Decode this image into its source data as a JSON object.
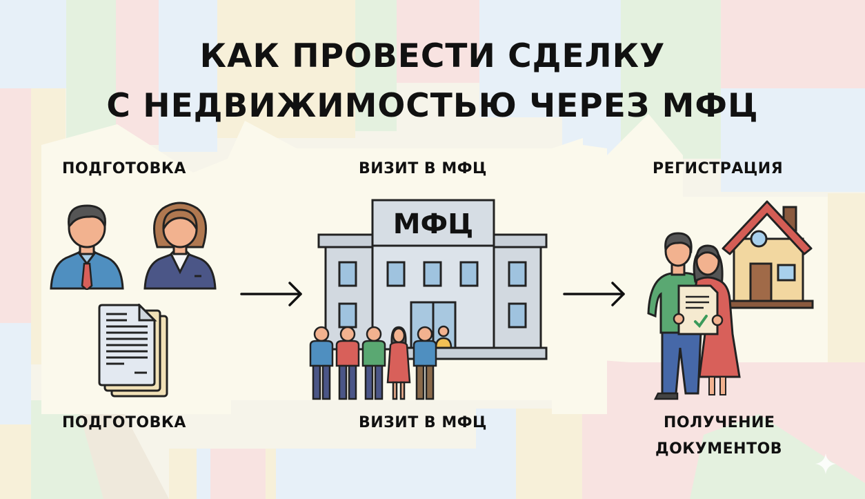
{
  "title": {
    "line1": "КАК ПРОВЕСТИ СДЕЛКУ",
    "line2": "С НЕДВИЖИМОСТЬЮ ЧЕРЕЗ МФЦ"
  },
  "steps": [
    {
      "top_label": "ПОДГОТОВКА",
      "bottom_label": "ПОДГОТОВКА",
      "icons": [
        "man-in-tie-icon",
        "woman-in-suit-icon",
        "document-stack-icon"
      ]
    },
    {
      "top_label": "ВИЗИТ В МФЦ",
      "bottom_label": "ВИЗИТ В МФЦ",
      "building_sign": "МФЦ",
      "icons": [
        "mfc-building-icon",
        "queue-of-people-icon"
      ]
    },
    {
      "top_label": "РЕГИСТРАЦИЯ",
      "bottom_label_line1": "ПОЛУЧЕНИЕ",
      "bottom_label_line2": "ДОКУМЕНТОВ",
      "icons": [
        "couple-with-document-icon",
        "house-icon",
        "checkmark-icon"
      ]
    }
  ],
  "arrows": [
    "arrow-right-icon",
    "arrow-right-icon"
  ],
  "colors": {
    "background_panel": "#fbf9ec",
    "tile_blue": "#e7f0f8",
    "tile_green": "#e4f1df",
    "tile_pink": "#f8e3e1",
    "tile_yellow": "#f7f0d9",
    "text": "#111111",
    "building": "#d5dce3",
    "window": "#9fc3df",
    "roof_red": "#d45d55",
    "house_wall": "#f2d7a0"
  }
}
